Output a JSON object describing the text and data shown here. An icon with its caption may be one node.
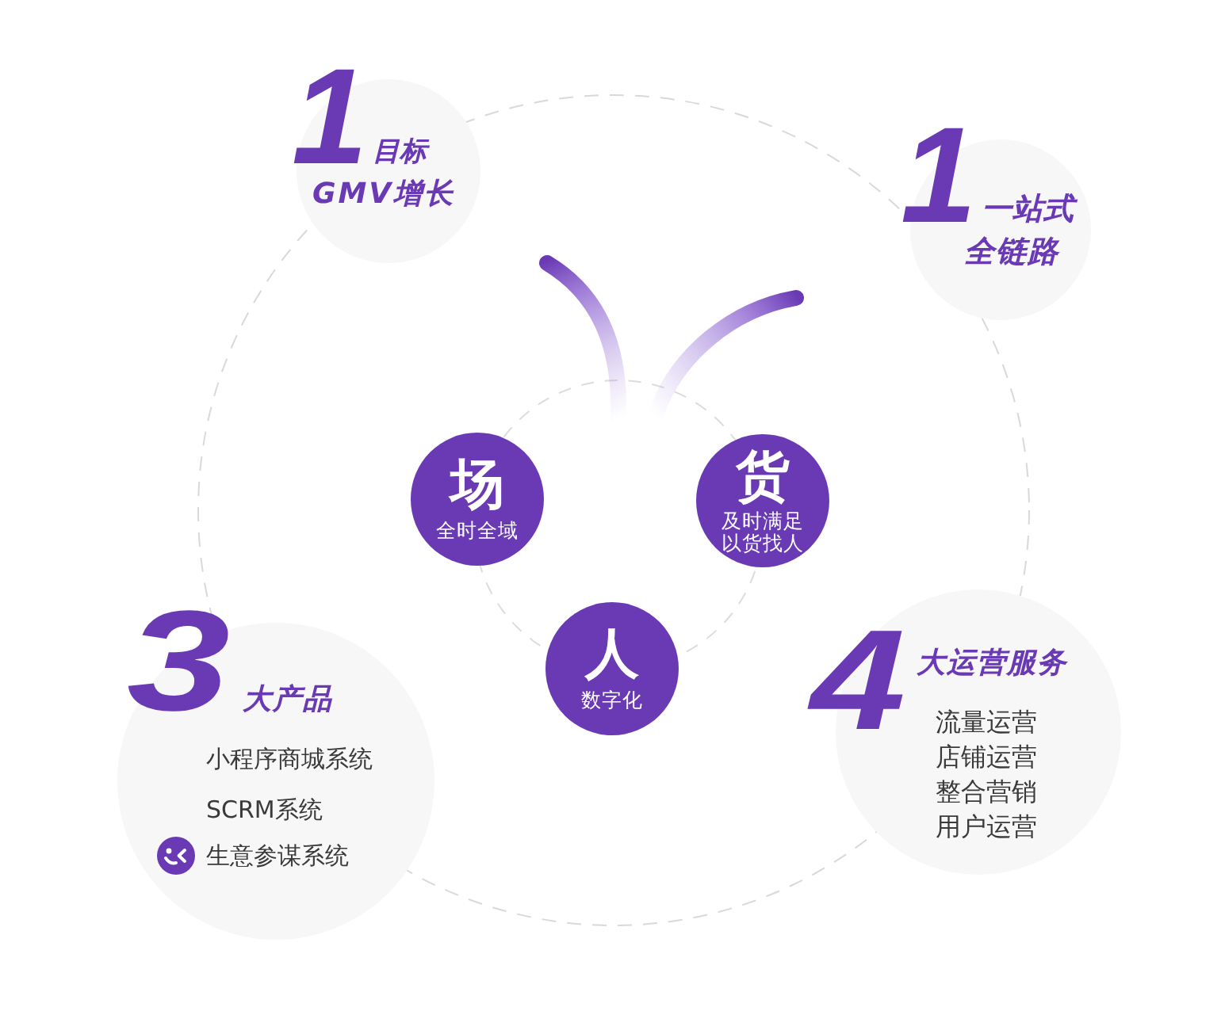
{
  "diagram": {
    "nodes": [
      {
        "text": [
          "1",
          "目标",
          "GMV增长"
        ]
      },
      {
        "text": [
          "1",
          "一站式",
          "全链路"
        ]
      },
      {
        "text": [
          "场",
          "全时全域"
        ]
      },
      {
        "text": [
          "货",
          "及时满足",
          "以货找人"
        ]
      },
      {
        "text": [
          "人",
          "数字化"
        ]
      },
      {
        "text": [
          "3",
          "大产品",
          "小程序商城系统",
          "SCRM系统",
          "生意参谋系统"
        ]
      },
      {
        "text": [
          "4",
          "大运营服务",
          "流量运营",
          "店铺运营",
          "整合营销",
          "用户运营"
        ]
      }
    ]
  }
}
